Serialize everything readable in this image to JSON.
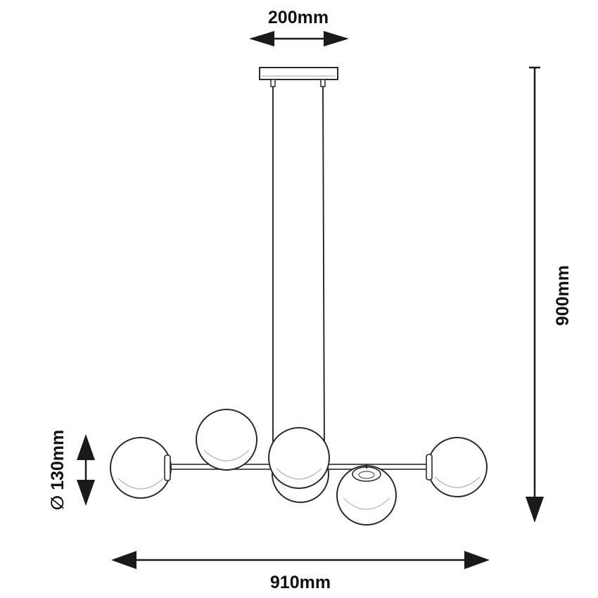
{
  "dimensions": {
    "canopy_width": "200mm",
    "overall_height": "900mm",
    "globe_diameter": "∅ 130mm",
    "overall_width": "910mm"
  },
  "colors": {
    "ink": "#1a1a1a",
    "background": "#ffffff"
  }
}
